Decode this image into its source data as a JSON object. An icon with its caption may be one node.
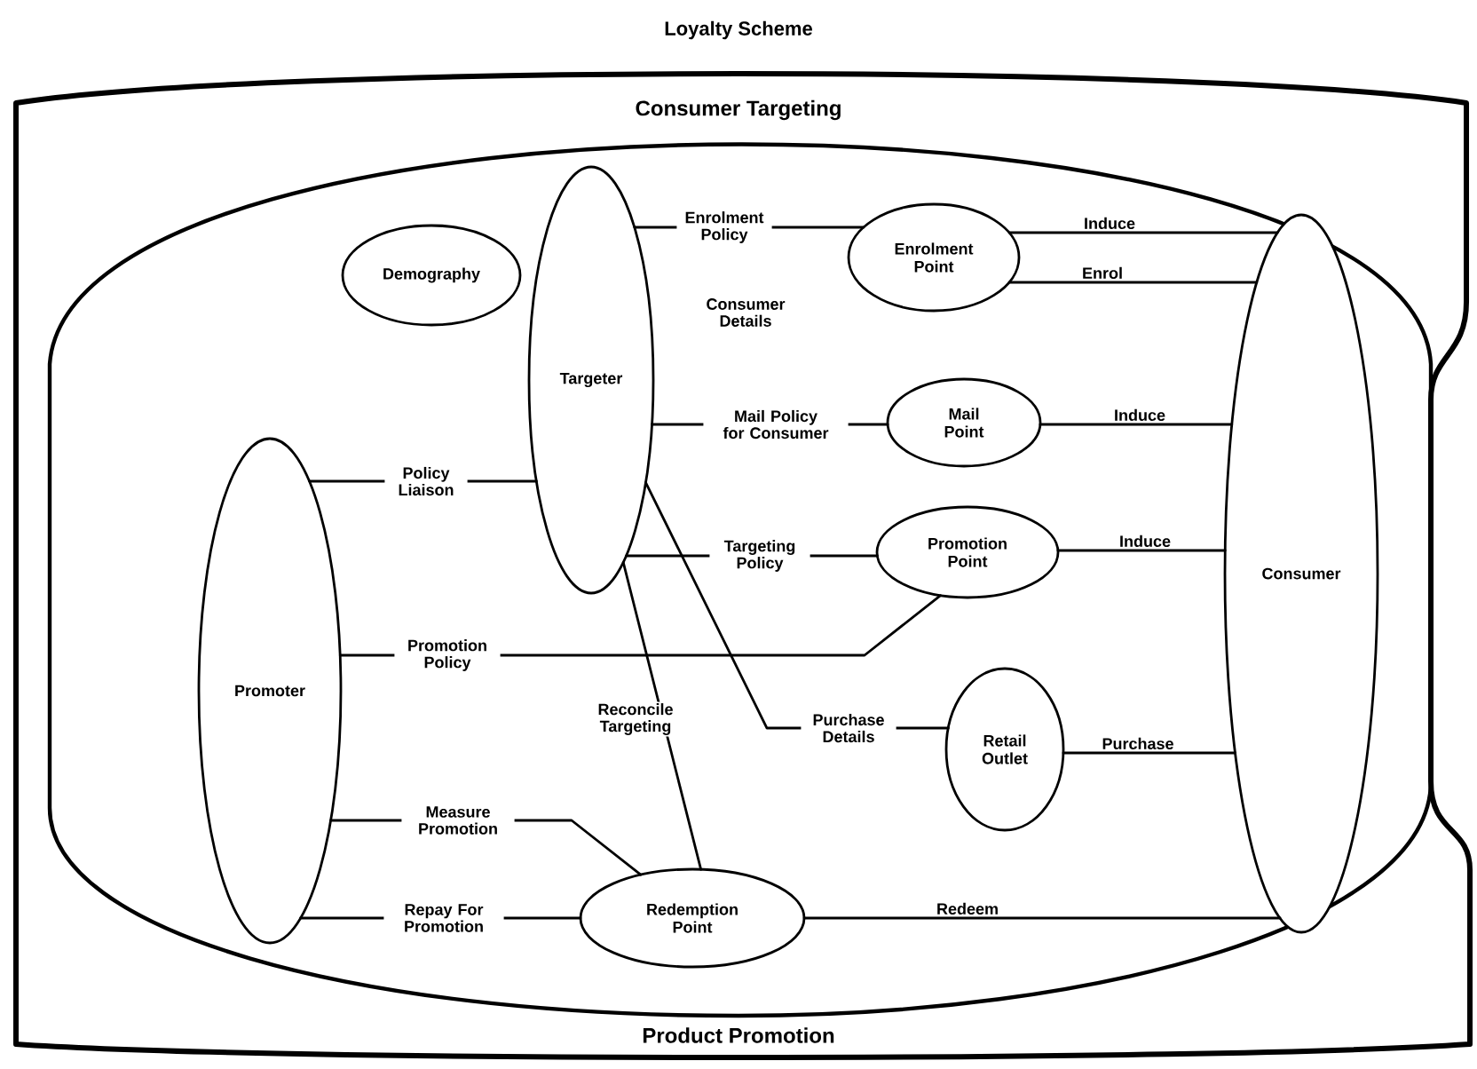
{
  "diagram": {
    "nodes": [
      {
        "text": [
          "Loyalty Scheme",
          "Consumer Targeting",
          "Product Promotion"
        ]
      },
      {
        "text": [
          "Demography"
        ],
        "in": 0
      },
      {
        "text": [
          "Targeter"
        ],
        "in": 0
      },
      {
        "text": [
          "Enrolment Point"
        ],
        "in": 0
      },
      {
        "text": [
          "Mail Point"
        ],
        "in": 0
      },
      {
        "text": [
          "Promotion Point"
        ],
        "in": 0
      },
      {
        "text": [
          "Retail Outlet"
        ],
        "in": 0
      },
      {
        "text": [
          "Consumer"
        ],
        "in": 0
      },
      {
        "text": [
          "Promoter"
        ],
        "in": 0
      },
      {
        "text": [
          "Redemption Point"
        ],
        "in": 0
      }
    ],
    "edges": [
      {
        "from": 2,
        "to": 3,
        "arrow": "none",
        "label": "Enrolment Policy"
      },
      {
        "from": 3,
        "to": 7,
        "arrow": "none",
        "label": "Induce"
      },
      {
        "from": 3,
        "to": 7,
        "arrow": "none",
        "label": "Enrol"
      },
      {
        "from": 2,
        "to": 4,
        "arrow": "none",
        "label": "Mail Policy for Consumer"
      },
      {
        "from": 4,
        "to": 7,
        "arrow": "none",
        "label": "Induce"
      },
      {
        "from": 8,
        "to": 2,
        "arrow": "none",
        "label": "Policy Liaison"
      },
      {
        "from": 2,
        "to": 5,
        "arrow": "none",
        "label": "Targeting Policy"
      },
      {
        "from": 5,
        "to": 7,
        "arrow": "none",
        "label": "Induce"
      },
      {
        "from": 8,
        "to": 5,
        "arrow": "none",
        "label": "Promotion Policy"
      },
      {
        "from": 2,
        "to": 6,
        "arrow": "none",
        "label": "Purchase Details"
      },
      {
        "from": 6,
        "to": 7,
        "arrow": "none",
        "label": "Purchase"
      },
      {
        "from": 2,
        "to": 9,
        "arrow": "none",
        "label": "Reconcile Targeting"
      },
      {
        "from": 8,
        "to": 9,
        "arrow": "none",
        "label": "Measure Promotion"
      },
      {
        "from": 8,
        "to": 9,
        "arrow": "none",
        "label": "Repay For Promotion"
      },
      {
        "from": 9,
        "to": 7,
        "arrow": "none",
        "label": "Redeem"
      }
    ],
    "labels": [
      "Consumer Details"
    ]
  }
}
